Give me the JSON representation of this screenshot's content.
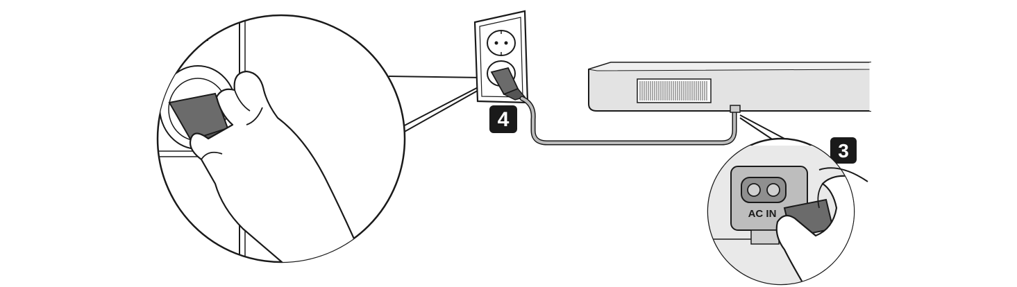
{
  "steps": {
    "step3": "3",
    "step4": "4"
  },
  "port": {
    "label": "AC IN"
  },
  "colors": {
    "outline": "#1a1a1a",
    "soundbar_fill": "#e3e3e3",
    "soundbar_top": "#eeeeee",
    "cable": "#a8a8a8",
    "plug": "#6b6b6b",
    "port_panel": "#bdbdbd",
    "port_inner": "#8f8f8f",
    "badge": "#1a1a1a",
    "badge_text": "#ffffff"
  },
  "icons": [
    "power-outlet-icon",
    "power-plug-icon",
    "hand-icon",
    "soundbar-icon",
    "ac-in-port-icon"
  ]
}
